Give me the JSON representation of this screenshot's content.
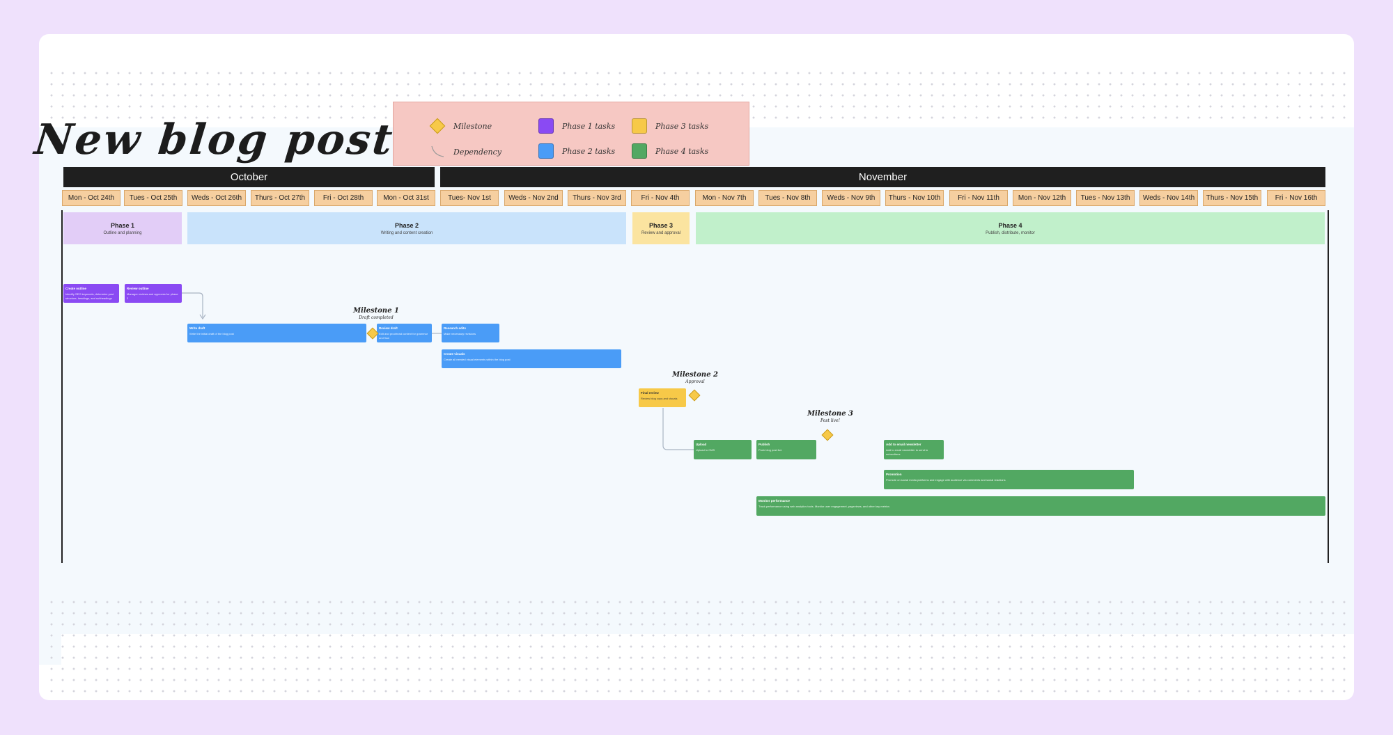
{
  "title": "New blog post",
  "legend": {
    "milestone": "Milestone",
    "dependency": "Dependency",
    "phase1": "Phase 1 tasks",
    "phase2": "Phase 2 tasks",
    "phase3": "Phase 3 tasks",
    "phase4": "Phase 4 tasks"
  },
  "colors": {
    "phase1": "#8a4af3",
    "phase2": "#4a9cf7",
    "phase3": "#f7c948",
    "phase4": "#52a862",
    "milestone": "#f7c948"
  },
  "months": [
    "October",
    "November"
  ],
  "days": [
    "Mon - Oct 24th",
    "Tues - Oct 25th",
    "Weds - Oct 26th",
    "Thurs - Oct 27th",
    "Fri - Oct 28th",
    "Mon - Oct 31st",
    "Tues- Nov 1st",
    "Weds - Nov 2nd",
    "Thurs - Nov 3rd",
    "Fri - Nov 4th",
    "Mon - Nov 7th",
    "Tues - Nov 8th",
    "Weds - Nov 9th",
    "Thurs - Nov 10th",
    "Fri - Nov 11th",
    "Mon - Nov 12th",
    "Tues - Nov 13th",
    "Weds - Nov 14th",
    "Thurs - Nov 15th",
    "Fri - Nov 16th"
  ],
  "phases": [
    {
      "name": "Phase 1",
      "desc": "Outline and planning"
    },
    {
      "name": "Phase 2",
      "desc": "Writing and content creation"
    },
    {
      "name": "Phase 3",
      "desc": "Review and approval"
    },
    {
      "name": "Phase 4",
      "desc": "Publish, distribute, monitor"
    }
  ],
  "tasks": [
    {
      "name": "Create outline",
      "desc": "Identify SEO keywords, determine post structure, headings, and subheadings"
    },
    {
      "name": "Review outline",
      "desc": "Manager reviews and approves for phase 2"
    },
    {
      "name": "Write draft",
      "desc": "Write the initial draft of the blog post"
    },
    {
      "name": "Review draft",
      "desc": "Edit and proofread content for grammar and flow"
    },
    {
      "name": "Research edits",
      "desc": "Make necessary revisions"
    },
    {
      "name": "Create visuals",
      "desc": "Create all needed visual elements within the blog post"
    },
    {
      "name": "Final review",
      "desc": "Review blog copy and visuals"
    },
    {
      "name": "Upload",
      "desc": "Upload to CMS"
    },
    {
      "name": "Publish",
      "desc": "Push blog post live"
    },
    {
      "name": "Add to email newsletter",
      "desc": "Add to email newsletter to send to subscribers"
    },
    {
      "name": "Promotion",
      "desc": "Promote on social media platforms and engage with audience via comments and social reactions"
    },
    {
      "name": "Monitor performance",
      "desc": "Track performance using web analytics tools. Monitor user engagement, pageviews, and other key metrics"
    }
  ],
  "milestones": [
    {
      "name": "Milestone 1",
      "desc": "Draft completed"
    },
    {
      "name": "Milestone 2",
      "desc": "Approval"
    },
    {
      "name": "Milestone 3",
      "desc": "Post live!"
    }
  ]
}
